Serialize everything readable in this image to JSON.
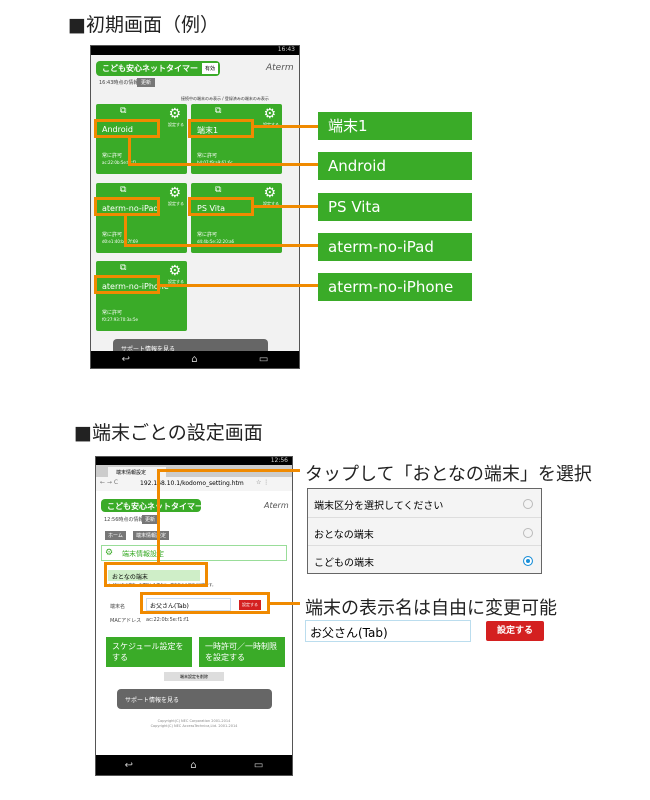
{
  "section1": {
    "title": "■初期画面（例）"
  },
  "screen1": {
    "status_time": "16:43",
    "app_name": "こども安心ネットタイマー",
    "toggle": "有効",
    "brand": "Aterm",
    "info_time": "16:43時点の情報",
    "refresh": "更新",
    "filter": "接続中の端末のみ表示 / 登録済みの端末のみ表示",
    "cards": [
      {
        "name": "Android",
        "setting": "設定する",
        "perm": "常に許可",
        "mac": "ac:22:0b:5e:f1:f1"
      },
      {
        "name": "端末1",
        "setting": "設定する",
        "perm": "常に許可",
        "mac": "b4:07:f9:a9:61:6c"
      },
      {
        "name": "aterm-no-iPad",
        "setting": "設定する",
        "perm": "常に許可",
        "mac": "d0:e1:40:b7:7f:69"
      },
      {
        "name": "PS Vita",
        "setting": "設定する",
        "perm": "常に許可",
        "mac": "d4:4b:5e:32:20:a6"
      },
      {
        "name": "aterm-no-iPhone",
        "setting": "設定する",
        "perm": "常に許可",
        "mac": "f0:27:93:70:3a:5e"
      }
    ],
    "support": "サポート情報を見る"
  },
  "callouts1": [
    "端末1",
    "Android",
    "PS Vita",
    "aterm-no-iPad",
    "aterm-no-iPhone"
  ],
  "section2": {
    "title": "■端末ごとの設定画面"
  },
  "screen2": {
    "status_time": "12:56",
    "tab_title": "端末情報設定",
    "url": "192.168.10.1/kodomo_setting.htm",
    "app_name": "こども安心ネットタイマー",
    "brand": "Aterm",
    "info_time": "12:56時点の情報",
    "refresh": "更新",
    "crumb_home": "ホーム",
    "crumb_page": "端末情報設定",
    "heading": "端末情報設定",
    "select_value": "おとなの端末",
    "note": "※「おとなの端末」を選択した場合は、端末名のみ設定が可能です。",
    "name_label": "端末名",
    "name_value": "お父さん(Tab)",
    "set_button": "設定する",
    "mac_label": "MACアドレス",
    "mac_value": "ac:22:0b:5e:f1:f1",
    "schedule_button": "スケジュール設定をする",
    "temp_button": "一時許可／一時制限を設定する",
    "delete_button": "端末設定を削除",
    "support": "サポート情報を見る",
    "copyright1": "Copyright(C) NEC Corporation 2001-2014",
    "copyright2": "Copyright(C) NEC AccessTechnica,Ltd. 2001-2014"
  },
  "callout_select": {
    "title": "タップして「おとなの端末」を選択",
    "options": [
      "端末区分を選択してください",
      "おとなの端末",
      "こどもの端末"
    ],
    "selected": 2
  },
  "callout_name": {
    "title": "端末の表示名は自由に変更可能",
    "value": "お父さん(Tab)",
    "button": "設定する"
  }
}
